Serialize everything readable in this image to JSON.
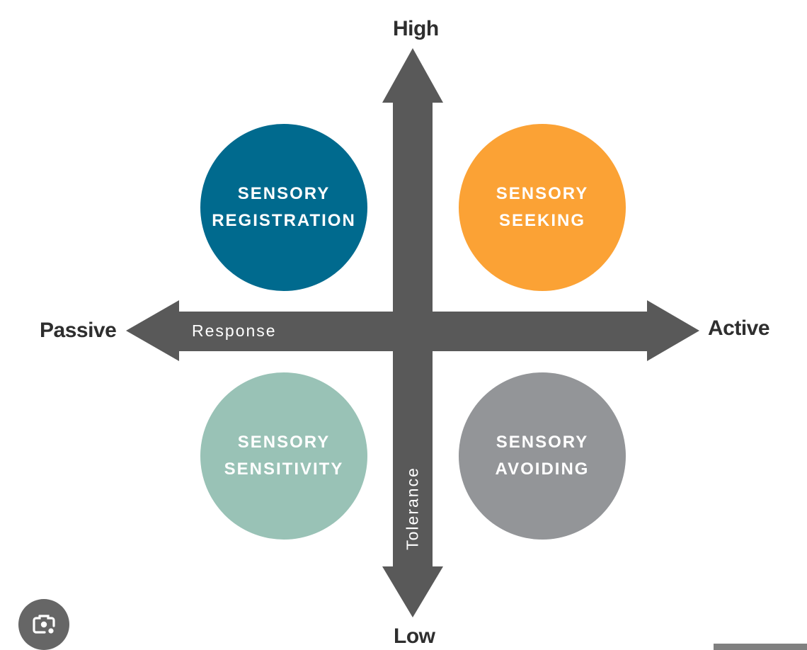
{
  "axes": {
    "vertical": {
      "top_label": "High",
      "bottom_label": "Low",
      "name": "Tolerance"
    },
    "horizontal": {
      "left_label": "Passive",
      "right_label": "Active",
      "name": "Response"
    }
  },
  "quadrants": [
    {
      "id": "top-left",
      "line1": "SENSORY",
      "line2": "REGISTRATION",
      "color": "#006A8E"
    },
    {
      "id": "top-right",
      "line1": "SENSORY",
      "line2": "SEEKING",
      "color": "#FBA235"
    },
    {
      "id": "bottom-left",
      "line1": "SENSORY",
      "line2": "SENSITIVITY",
      "color": "#99C2B6"
    },
    {
      "id": "bottom-right",
      "line1": "SENSORY",
      "line2": "AVOIDING",
      "color": "#939598"
    }
  ],
  "colors": {
    "arrow": "#595959",
    "label": "#2E2E2E"
  },
  "overlay": {
    "lens_icon": "google-lens-icon"
  }
}
